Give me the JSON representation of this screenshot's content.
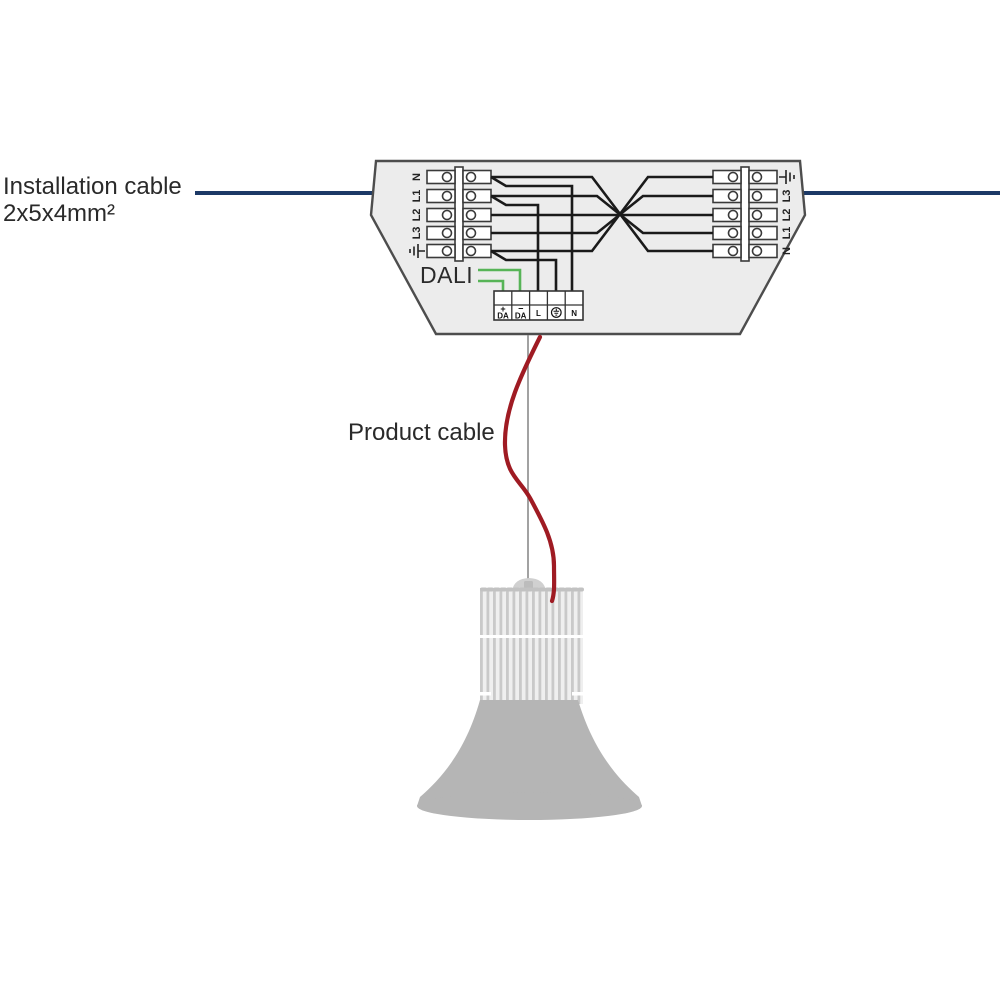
{
  "labels": {
    "installation_line1": "Installation cable",
    "installation_line2": "2x5x4mm²",
    "product_cable": "Product cable",
    "dali": "DALI"
  },
  "junction_box": {
    "left_terminal_labels": [
      "N",
      "L1",
      "L2",
      "L3"
    ],
    "left_ground_icon": "earth-ground-icon",
    "right_terminal_labels": [
      "L3",
      "L2",
      "L1",
      "N"
    ],
    "right_ground_icon": "earth-ground-icon",
    "output_strip": {
      "plus": "+",
      "minus": "−",
      "da1": "DA",
      "da2": "DA",
      "line": "L",
      "earth_icon": "earth-ground-circle-icon",
      "neutral": "N"
    }
  },
  "colors": {
    "installation_cable_blue": "#1c3966",
    "wire_black": "#1a1a1a",
    "dali_green": "#57b457",
    "product_cable_red": "#9f1b23",
    "suspension_wire_gray": "#8a8a8a",
    "box_fill": "#ececec",
    "box_stroke": "#4d4d4d",
    "lamp_bell_gray": "#b5b5b5",
    "lamp_heatsink_light": "#efefef",
    "lamp_heatsink_fin": "#c9c9c9",
    "text_color": "#2a2a2a"
  }
}
